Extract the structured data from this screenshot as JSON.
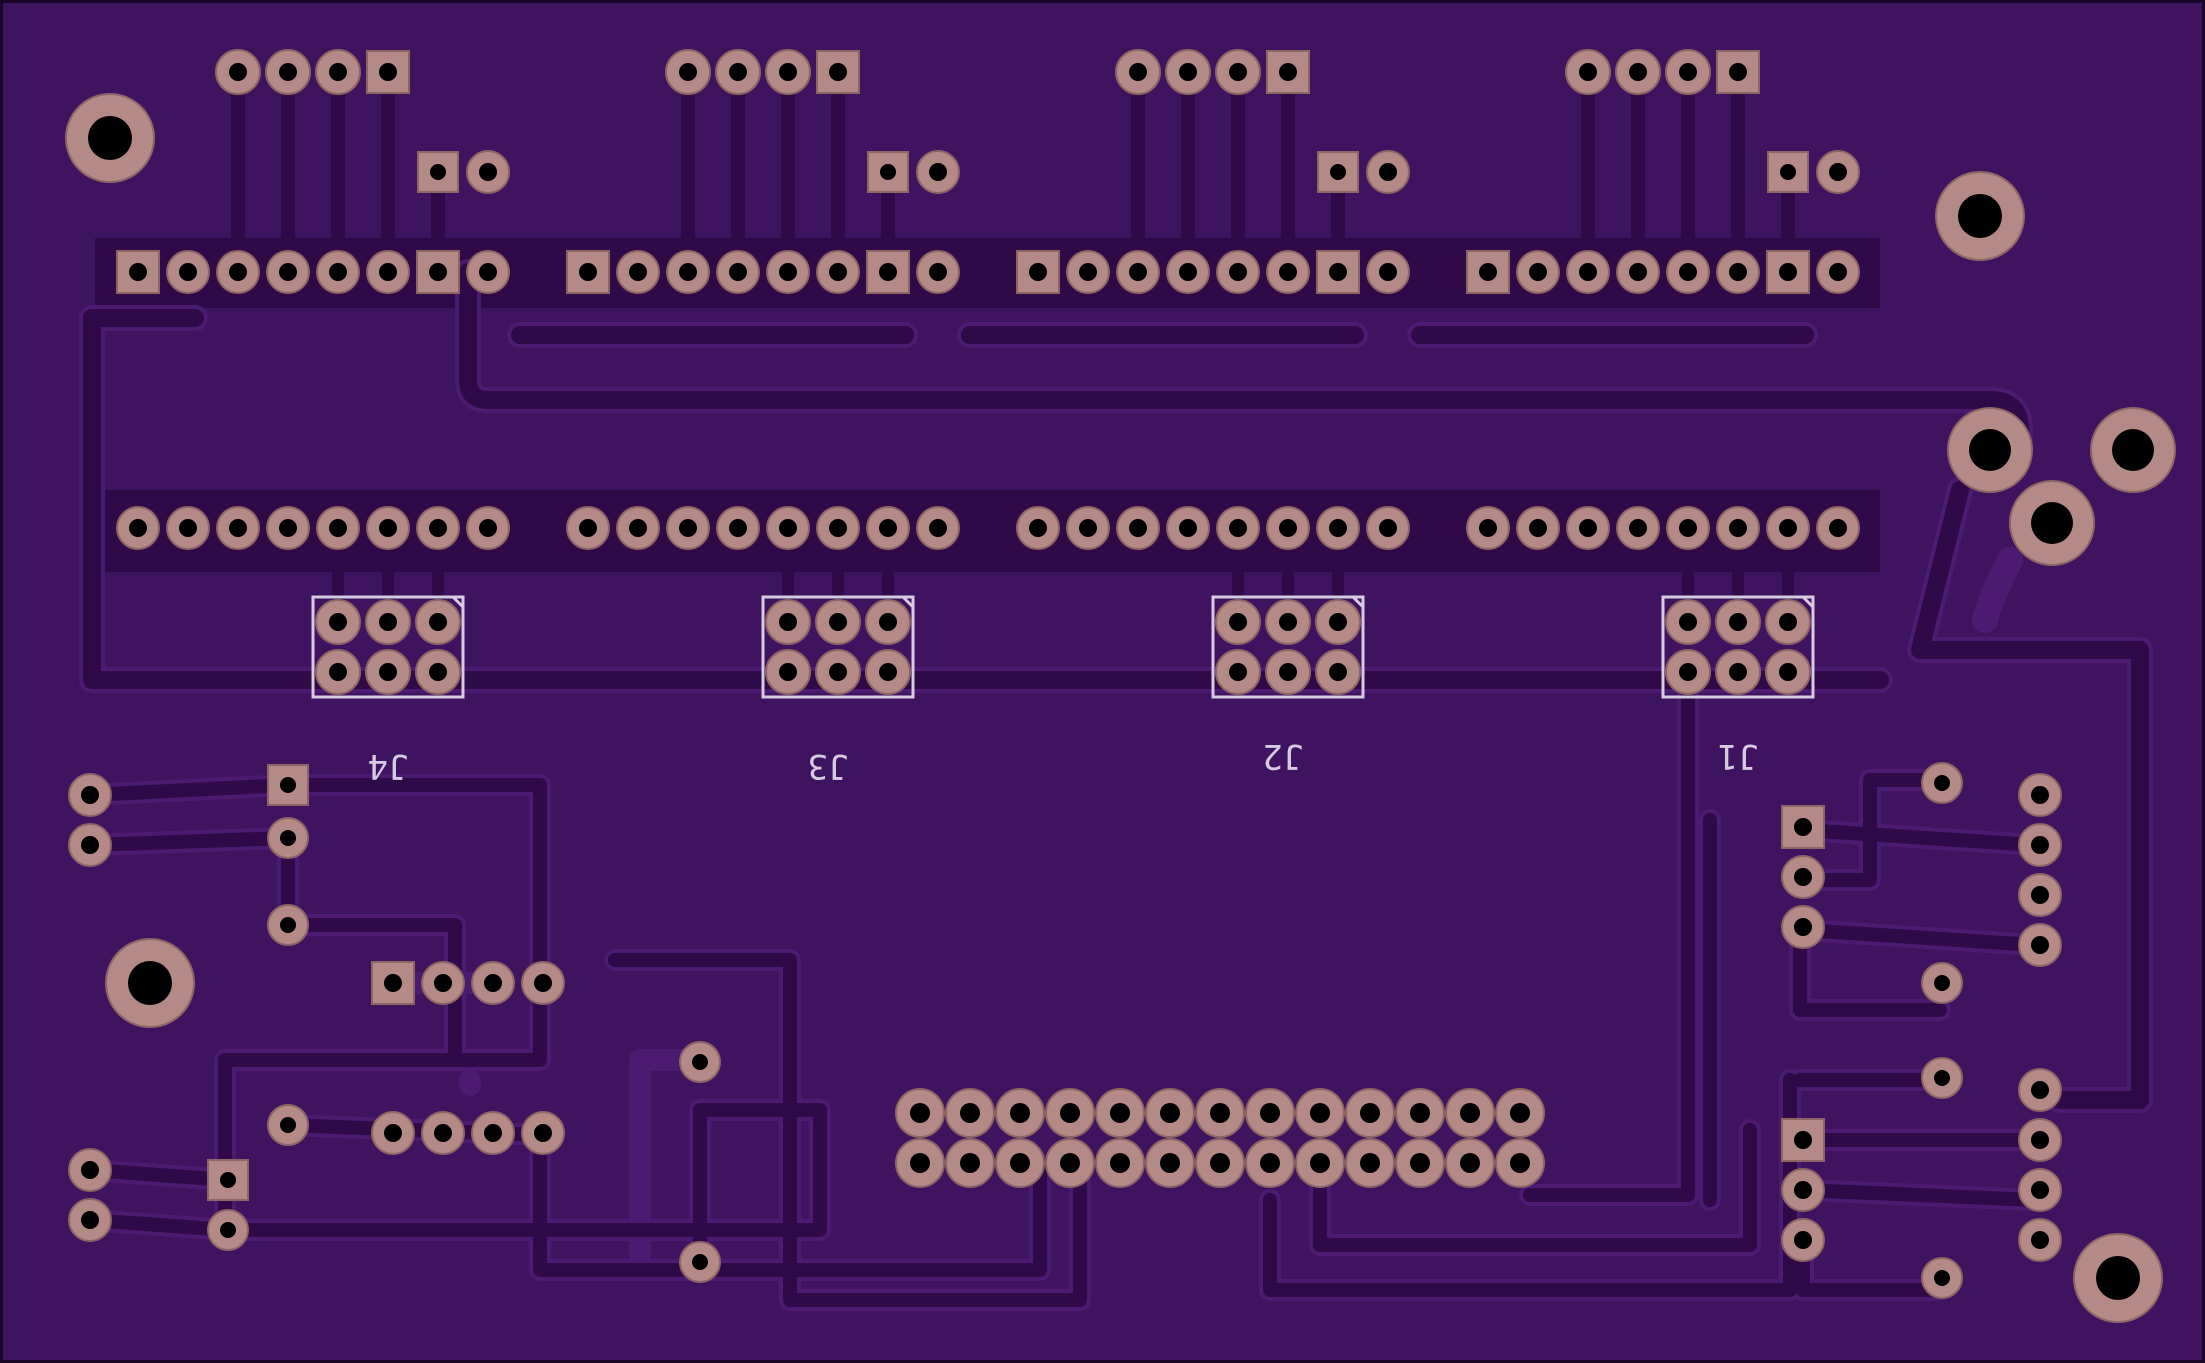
{
  "view": "pcb-bottom-layer",
  "colors": {
    "board": "#3e1360",
    "board_edge": "#1a0628",
    "trace": "#2e0a49",
    "trace_edge": "#4a1b70",
    "pad": "#b48a87",
    "pad_edge": "#8c6664",
    "drill": "#000000",
    "silk": "#d6cbe0"
  },
  "headers": [
    {
      "designator": "J4"
    },
    {
      "designator": "J3"
    },
    {
      "designator": "J2"
    },
    {
      "designator": "J1"
    }
  ],
  "main_connector": {
    "rows": 2,
    "pins_per_row": 13
  }
}
